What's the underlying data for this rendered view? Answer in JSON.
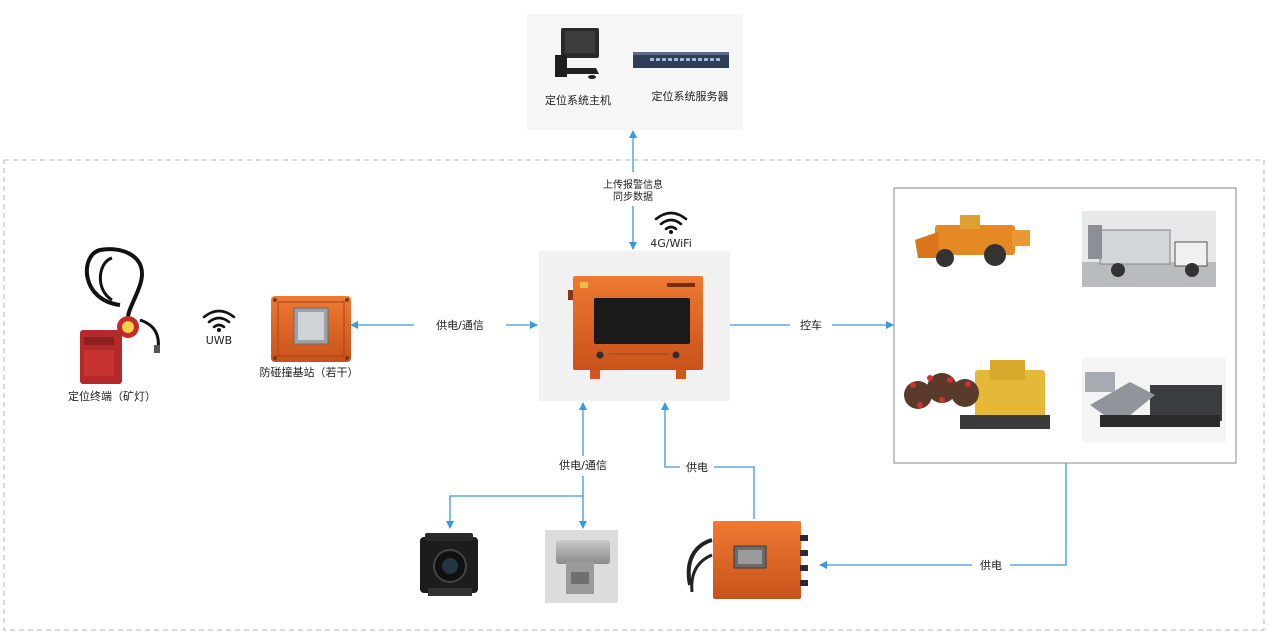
{
  "top": {
    "host_label": "定位系统主机",
    "server_label": "定位系统服务器"
  },
  "links": {
    "upload_line1": "上传报警信息",
    "upload_line2": "同步数据",
    "wireless_4g": "4G/WiFi",
    "uwb": "UWB",
    "power_comm_left": "供电/通信",
    "control_vehicle": "控车",
    "power_comm_bottom": "供电/通信",
    "power_bottom": "供电",
    "power_right": "供电"
  },
  "devices": {
    "terminal_label": "定位终端（矿灯）",
    "base_station_label": "防碰撞基站（若干）"
  },
  "colors": {
    "arrow": "#3a9ad9",
    "device_orange": "#e0631f",
    "dashed_border": "#b5b5b5"
  }
}
